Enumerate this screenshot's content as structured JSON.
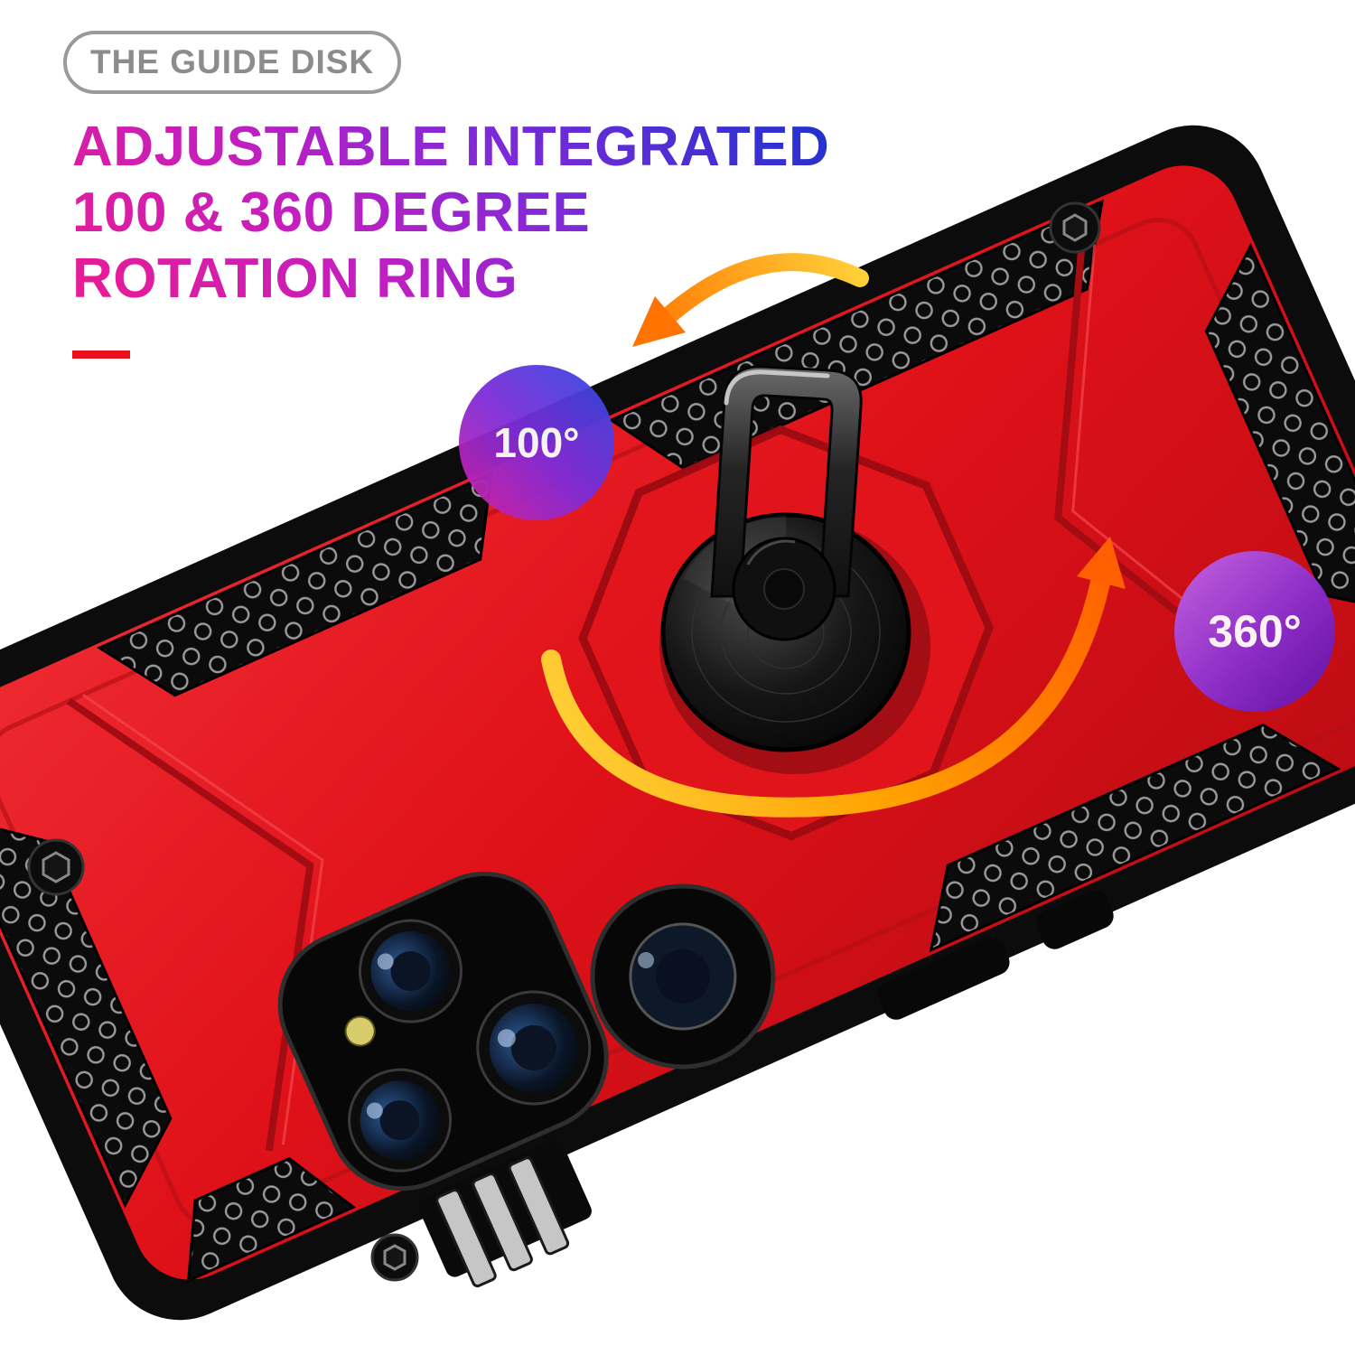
{
  "header": {
    "pill_label": "THE GUIDE DISK",
    "headline_line1": "ADJUSTABLE INTEGRATED",
    "headline_line2": "100 & 360 DEGREE",
    "headline_line3": "ROTATION RING"
  },
  "badges": {
    "left_angle": "100°",
    "right_angle": "360°"
  },
  "colors": {
    "case_red": "#e2151d",
    "accent_red": "#e8101c",
    "headline_gradient_start": "#ec1c90",
    "headline_gradient_mid": "#7d2ad8",
    "headline_gradient_end": "#1b32d0",
    "badge_left_gradient_start": "#2e4ae2",
    "badge_left_gradient_end": "#d621a4",
    "badge_right_gradient_start": "#c667ea",
    "badge_right_gradient_end": "#5c10a8",
    "arrow_gradient_start": "#ffd23a",
    "arrow_gradient_end": "#ff5f00"
  }
}
